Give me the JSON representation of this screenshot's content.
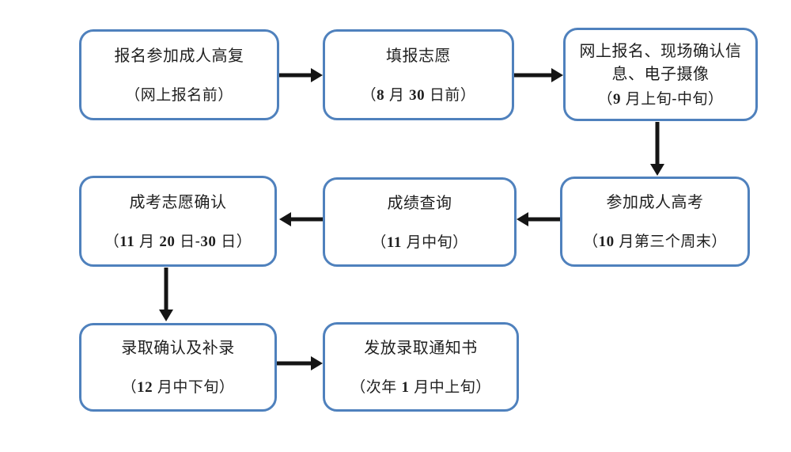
{
  "colors": {
    "background": "#ffffff",
    "box_border": "#4f81bd",
    "arrow": "#151515",
    "text": "#1f1f1f"
  },
  "flowchart": {
    "description": "成人高考报名录取流程图",
    "nodes": [
      {
        "id": "register-prep",
        "title": "报名参加成人高复",
        "date": "（网上报名前）"
      },
      {
        "id": "fill-preferences",
        "title": "填报志愿",
        "date": "（8 月 30 日前）"
      },
      {
        "id": "online-registration",
        "title": "网上报名、现场确认信息、电子摄像",
        "date": "（9 月上旬-中旬）"
      },
      {
        "id": "take-exam",
        "title": "参加成人高考",
        "date": "（10 月第三个周末）"
      },
      {
        "id": "score-inquiry",
        "title": "成绩查询",
        "date": "（11 月中旬）"
      },
      {
        "id": "preference-confirm",
        "title": "成考志愿确认",
        "date": "（11 月 20 日-30 日）"
      },
      {
        "id": "admission-confirm",
        "title": "录取确认及补录",
        "date": "（12 月中下旬）"
      },
      {
        "id": "admission-notice",
        "title": "发放录取通知书",
        "date": "（次年 1 月中上旬）"
      }
    ],
    "edges": [
      {
        "from": "register-prep",
        "to": "fill-preferences",
        "direction": "right"
      },
      {
        "from": "fill-preferences",
        "to": "online-registration",
        "direction": "right"
      },
      {
        "from": "online-registration",
        "to": "take-exam",
        "direction": "down"
      },
      {
        "from": "take-exam",
        "to": "score-inquiry",
        "direction": "left"
      },
      {
        "from": "score-inquiry",
        "to": "preference-confirm",
        "direction": "left"
      },
      {
        "from": "preference-confirm",
        "to": "admission-confirm",
        "direction": "down"
      },
      {
        "from": "admission-confirm",
        "to": "admission-notice",
        "direction": "right"
      }
    ]
  }
}
